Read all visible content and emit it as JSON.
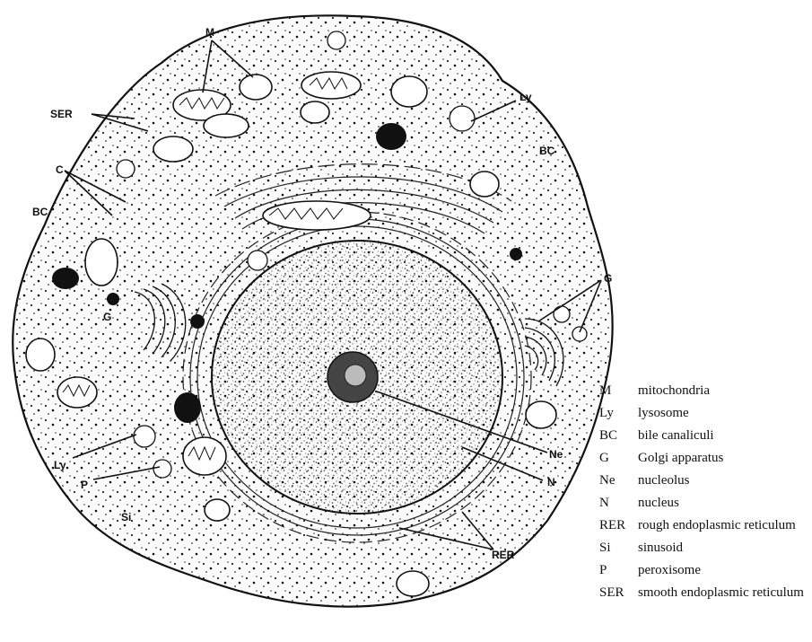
{
  "diagram": {
    "labels": {
      "M": "M",
      "SER": "SER",
      "Ly_top": "Ly",
      "BC_right": "BC",
      "BC_left": "BC",
      "C": "C",
      "G_left": "G",
      "G_right": "G",
      "Ly_bottom": "Ly",
      "P": "P",
      "Si": "Si",
      "Ne": "Ne",
      "N": "N",
      "RER": "RER"
    }
  },
  "legend": [
    {
      "abbr": "M",
      "desc": "mitochondria"
    },
    {
      "abbr": "Ly",
      "desc": "lysosome"
    },
    {
      "abbr": "BC",
      "desc": "bile canaliculi"
    },
    {
      "abbr": "G",
      "desc": "Golgi apparatus"
    },
    {
      "abbr": "Ne",
      "desc": "nucleolus"
    },
    {
      "abbr": "N",
      "desc": "nucleus"
    },
    {
      "abbr": "RER",
      "desc": "rough endoplasmic reticulum"
    },
    {
      "abbr": "Si",
      "desc": "sinusoid"
    },
    {
      "abbr": "P",
      "desc": "peroxisome"
    },
    {
      "abbr": "SER",
      "desc": "smooth endoplasmic reticulum"
    }
  ]
}
